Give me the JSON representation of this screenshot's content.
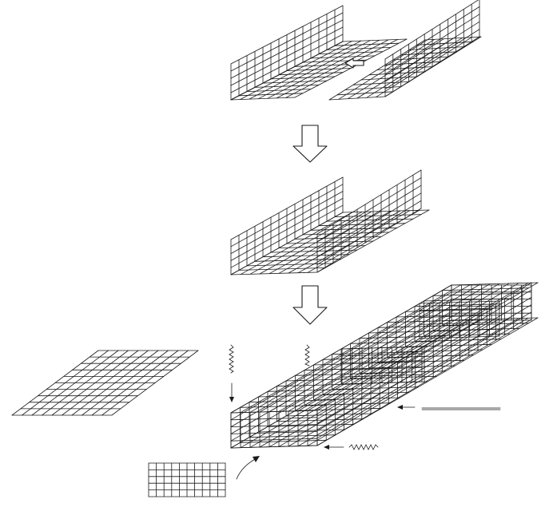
{
  "figure": {
    "background": "#ffffff",
    "ink_color": "#1a1a1a",
    "steps": [
      {
        "id": "step-1",
        "description_name": "two-l-shaped-mesh-panels-joining"
      },
      {
        "id": "step-2",
        "description_name": "u-shaped-mesh-channel"
      },
      {
        "id": "step-3",
        "description_name": "closed-box-mesh-gabion"
      }
    ],
    "icons": [
      "down-arrow-icon",
      "left-arrow-icon",
      "spiral-binder-icon",
      "curved-arrow-icon"
    ]
  }
}
